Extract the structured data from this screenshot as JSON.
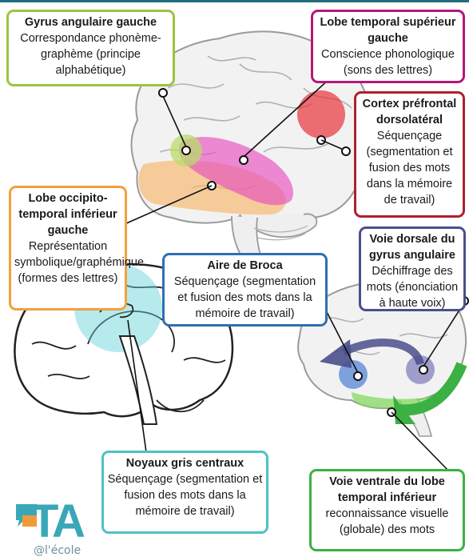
{
  "boxes": {
    "gyrus": {
      "title": "Gyrus angulaire gauche",
      "body": "Correspondance phonème-graphème (principe alphabétique)",
      "color": "#9bc53d"
    },
    "temporal": {
      "title": "Lobe temporal supérieur gauche",
      "body": "Conscience phonologique (sons des lettres)",
      "color": "#b5177a"
    },
    "prefrontal": {
      "title": "Cortex préfrontal dorsolatéral",
      "body": "Séquençage (segmentation et fusion des mots dans la mémoire de travail)",
      "color": "#b0202a"
    },
    "occipito": {
      "title": "Lobe occipito-temporal inférieur gauche",
      "body": "Représentation symbolique/graphémique (formes des lettres)",
      "color": "#f2a03d"
    },
    "broca": {
      "title": "Aire de Broca",
      "body": "Séquençage (segmentation et fusion des mots dans la mémoire de travail)",
      "color": "#2f6fb3"
    },
    "dorsale": {
      "title": "Voie dorsale du gyrus angulaire",
      "body": "Déchiffrage des mots (énonciation à haute voix)",
      "color": "#4a4f8c"
    },
    "noyaux": {
      "title": "Noyaux gris centraux",
      "body": "Séquençage (segmentation et fusion des mots dans la mémoire de travail)",
      "color": "#4fc1c4"
    },
    "ventrale": {
      "title": "Voie ventrale du lobe temporal inférieur",
      "body": "reconnaissance visuelle (globale) des mots",
      "color": "#3bb143"
    }
  },
  "logo": {
    "mark": "TA",
    "text": "@l'école"
  }
}
